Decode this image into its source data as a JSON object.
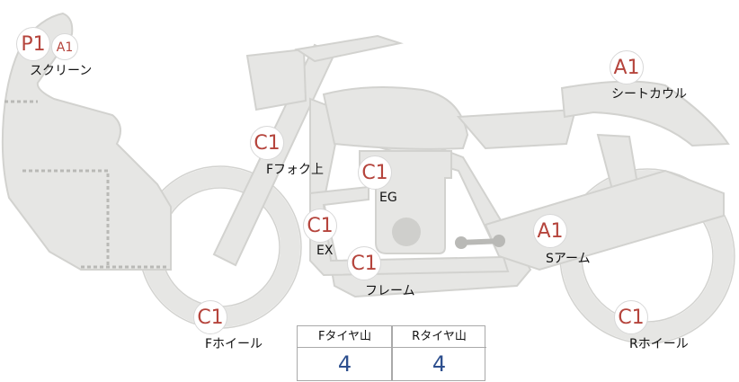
{
  "parts": {
    "screen": {
      "label": "スクリーン",
      "grades": [
        "P1",
        "A1"
      ]
    },
    "seat_cowl": {
      "label": "シートカウル",
      "grade": "A1"
    },
    "front_fork": {
      "label": "Fフォク上",
      "grade": "C1"
    },
    "engine": {
      "label": "EG",
      "grade": "C1"
    },
    "exhaust": {
      "label": "EX",
      "grade": "C1"
    },
    "frame": {
      "label": "フレーム",
      "grade": "C1"
    },
    "swing_arm": {
      "label": "Sアーム",
      "grade": "A1"
    },
    "front_wheel": {
      "label": "Fホイール",
      "grade": "C1"
    },
    "rear_wheel": {
      "label": "Rホイール",
      "grade": "C1"
    }
  },
  "tread_table": {
    "front_header": "Fタイヤ山",
    "rear_header": "Rタイヤ山",
    "front_value": "4",
    "rear_value": "4"
  },
  "colors": {
    "grade_text": "#b5443c",
    "value_text": "#2d4f8e",
    "bike_fill": "#e6e6e4"
  }
}
